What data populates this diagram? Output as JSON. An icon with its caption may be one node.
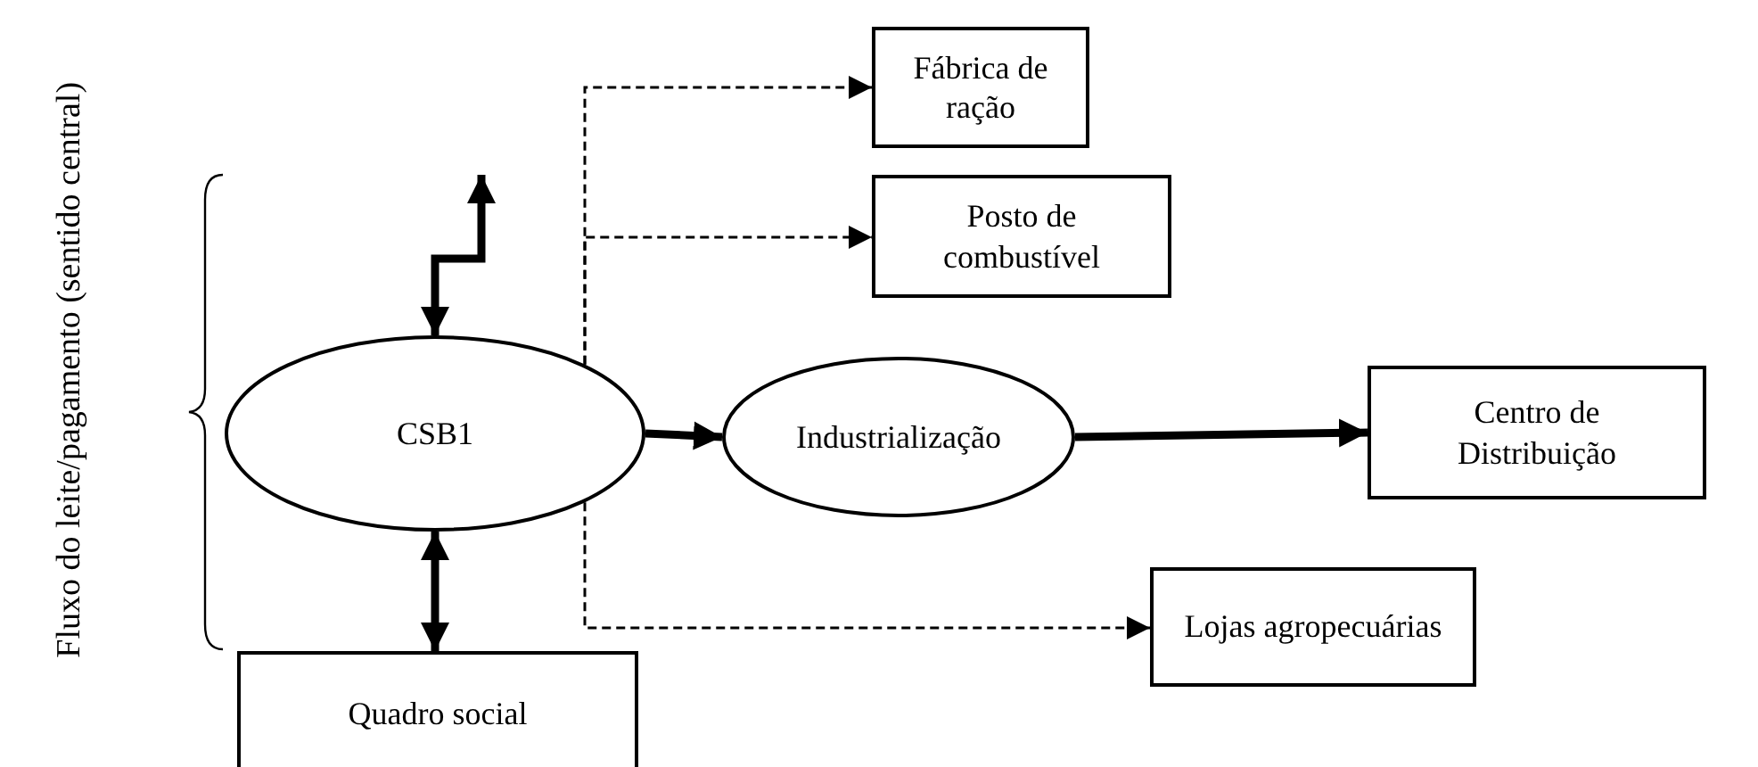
{
  "diagram": {
    "nodes": [
      {
        "text": [
          "Fábrica de ração"
        ]
      },
      {
        "text": [
          "Posto de combustível"
        ]
      },
      {
        "text": [
          "CSB1"
        ]
      },
      {
        "text": [
          "Industrialização"
        ]
      },
      {
        "text": [
          "Centro de Distribuição"
        ]
      },
      {
        "text": [
          "Lojas agropecuárias"
        ]
      },
      {
        "text": [
          "Quadro social"
        ]
      }
    ],
    "edges": [
      {
        "from": 2,
        "to": null,
        "arrow": "both"
      },
      {
        "from": 2,
        "to": 0,
        "arrow": "to",
        "style": "dashed"
      },
      {
        "from": 2,
        "to": 1,
        "arrow": "to",
        "style": "dashed"
      },
      {
        "from": 2,
        "to": 3,
        "arrow": "to"
      },
      {
        "from": 3,
        "to": 4,
        "arrow": "to"
      },
      {
        "from": 2,
        "to": 5,
        "arrow": "to",
        "style": "dashed"
      },
      {
        "from": 2,
        "to": 6,
        "arrow": "both"
      }
    ],
    "labels": [
      "Fluxo do leite/pagamento (sentido central)"
    ]
  }
}
